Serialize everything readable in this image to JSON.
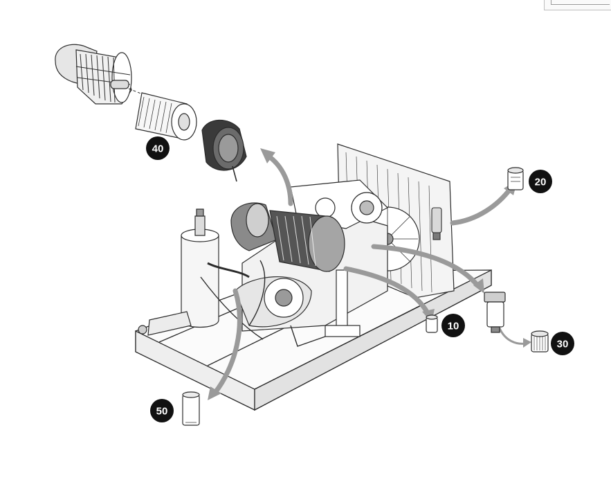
{
  "callouts": [
    {
      "id": "c40",
      "label": "40"
    },
    {
      "id": "c20",
      "label": "20"
    },
    {
      "id": "c10",
      "label": "10"
    },
    {
      "id": "c30",
      "label": "30"
    },
    {
      "id": "c50",
      "label": "50"
    }
  ],
  "colors": {
    "line": "#2b2b2b",
    "arrow": "#9a9a9a",
    "callout_fill": "#111111",
    "shade": "#cfcfcf"
  }
}
